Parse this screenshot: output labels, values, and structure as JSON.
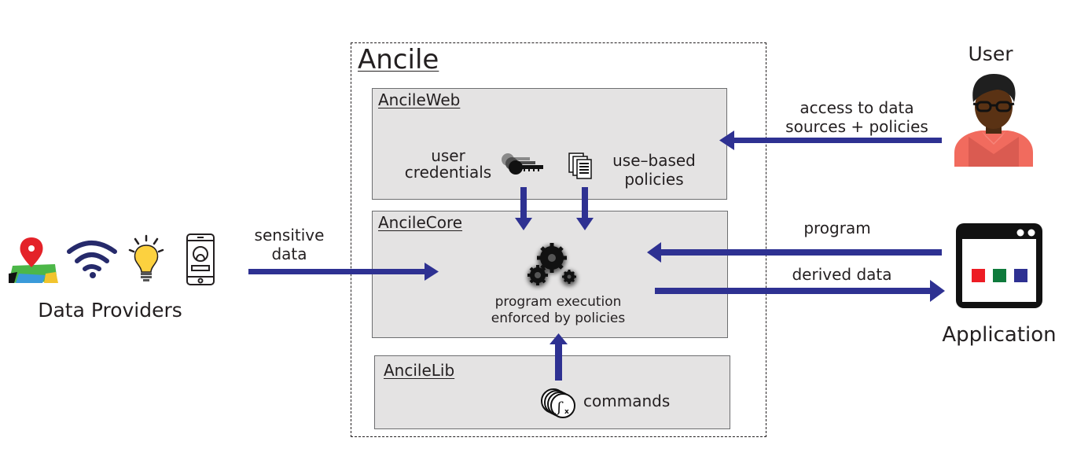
{
  "title": "Ancile",
  "modules": {
    "web": {
      "title": "AncileWeb",
      "credentials_label": [
        "user",
        "credentials"
      ],
      "policies_label": [
        "use–based",
        "policies"
      ]
    },
    "core": {
      "title": "AncileCore",
      "execution_label": [
        "program execution",
        "enforced by policies"
      ]
    },
    "lib": {
      "title": "AncileLib",
      "commands_label": "commands"
    }
  },
  "data_providers": {
    "label": "Data Providers",
    "icons": [
      "map-pin-icon",
      "wifi-icon",
      "lightbulb-icon",
      "smartphone-icon"
    ]
  },
  "flows": {
    "sensitive_data": [
      "sensitive",
      "data"
    ],
    "access": [
      "access to data",
      "sources + policies"
    ],
    "program": "program",
    "derived_data": "derived data"
  },
  "user": {
    "label": "User"
  },
  "application": {
    "label": "Application",
    "tile_colors": [
      "#ed1c24",
      "#0f7a3c",
      "#2e3192"
    ]
  },
  "colors": {
    "arrow": "#2e3192"
  }
}
